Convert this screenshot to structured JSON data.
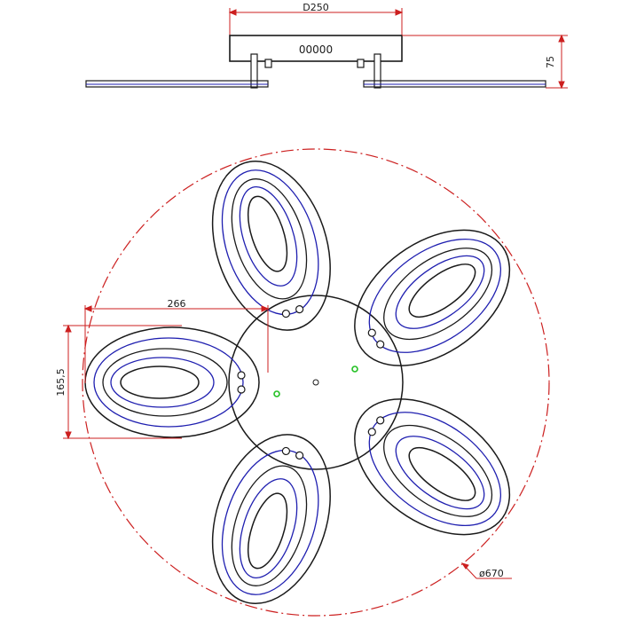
{
  "drawing": {
    "side_view": {
      "base_diameter_label": "D250",
      "height_label": "75",
      "canopy_code": "00000"
    },
    "top_view": {
      "overall_diameter_label": "ø670",
      "arm_length_label": "266",
      "arm_width_label": "165,5",
      "arm_count": 5
    },
    "colors": {
      "outline": "#1a1a1a",
      "led_strip": "#1f1fb0",
      "dimension": "#cc1f1f",
      "marker": "#22c022",
      "background": "#ffffff"
    }
  }
}
